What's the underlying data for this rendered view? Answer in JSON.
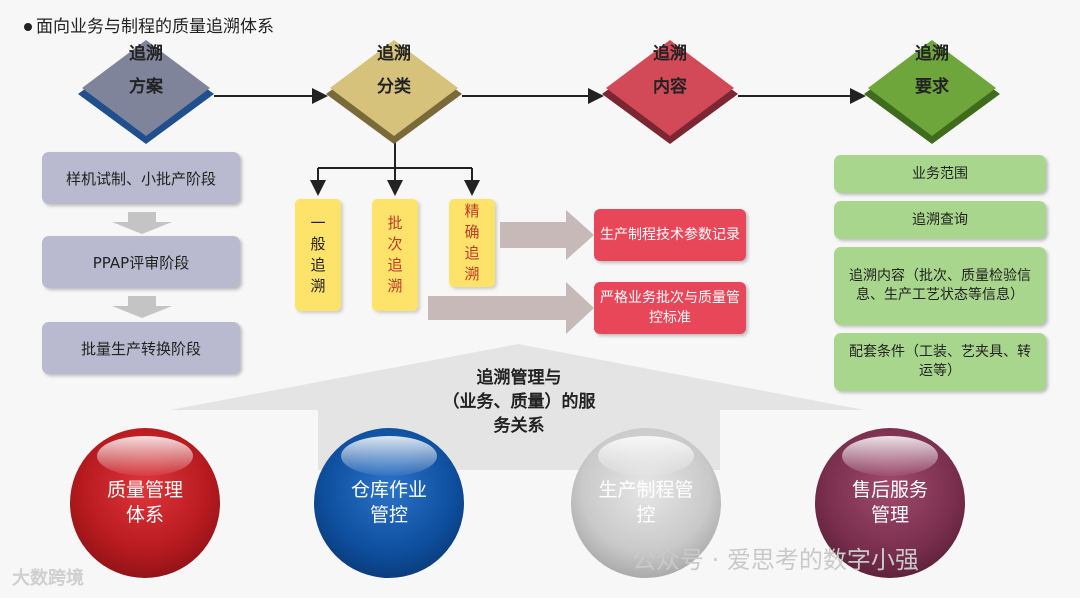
{
  "title": "面向业务与制程的质量追溯体系",
  "diamonds": [
    {
      "line1": "追溯",
      "line2": "方案",
      "color": "#80849b",
      "edge": "#1f4f8c"
    },
    {
      "line1": "追溯",
      "line2": "分类",
      "color": "#d6c27a",
      "edge": "#7a6a3a"
    },
    {
      "line1": "追溯",
      "line2": "内容",
      "color": "#d24a58",
      "edge": "#7b2631"
    },
    {
      "line1": "追溯",
      "line2": "要求",
      "color": "#6fa63b",
      "edge": "#3e6b1c"
    }
  ],
  "stages": [
    "样机试制、小批产阶段",
    "PPAP评审阶段",
    "批量生产转换阶段"
  ],
  "categories": [
    {
      "chars": [
        "一",
        "般",
        "追",
        "溯"
      ],
      "color": "#222222"
    },
    {
      "chars": [
        "批",
        "次",
        "追",
        "溯"
      ],
      "color": "#c0392b"
    },
    {
      "chars": [
        "精",
        "确",
        "追",
        "溯"
      ],
      "color": "#c0392b"
    }
  ],
  "contents": [
    "生产制程技术参数记录",
    "严格业务批次与质量管控标准"
  ],
  "requirements": [
    "业务范围",
    "追溯查询",
    "追溯内容（批次、质量检验信息、生产工艺状态等信息）",
    "配套条件（工装、艺夹具、转运等）"
  ],
  "center_label": {
    "line1": "追溯管理与",
    "line2": "（业务、质量）的服",
    "line3": "务关系"
  },
  "spheres": [
    {
      "line1": "质量管理",
      "line2": "体系",
      "color": "#b51a1f"
    },
    {
      "line1": "仓库作业",
      "line2": "管控",
      "color": "#0e4f9e"
    },
    {
      "line1": "生产制程管",
      "line2": "控",
      "color": "#c9c9c9"
    },
    {
      "line1": "售后服务",
      "line2": "管理",
      "color": "#7a2f4e"
    }
  ],
  "watermarks": {
    "left": "大数跨境",
    "right": "公众号 · 爱思考的数字小强"
  }
}
